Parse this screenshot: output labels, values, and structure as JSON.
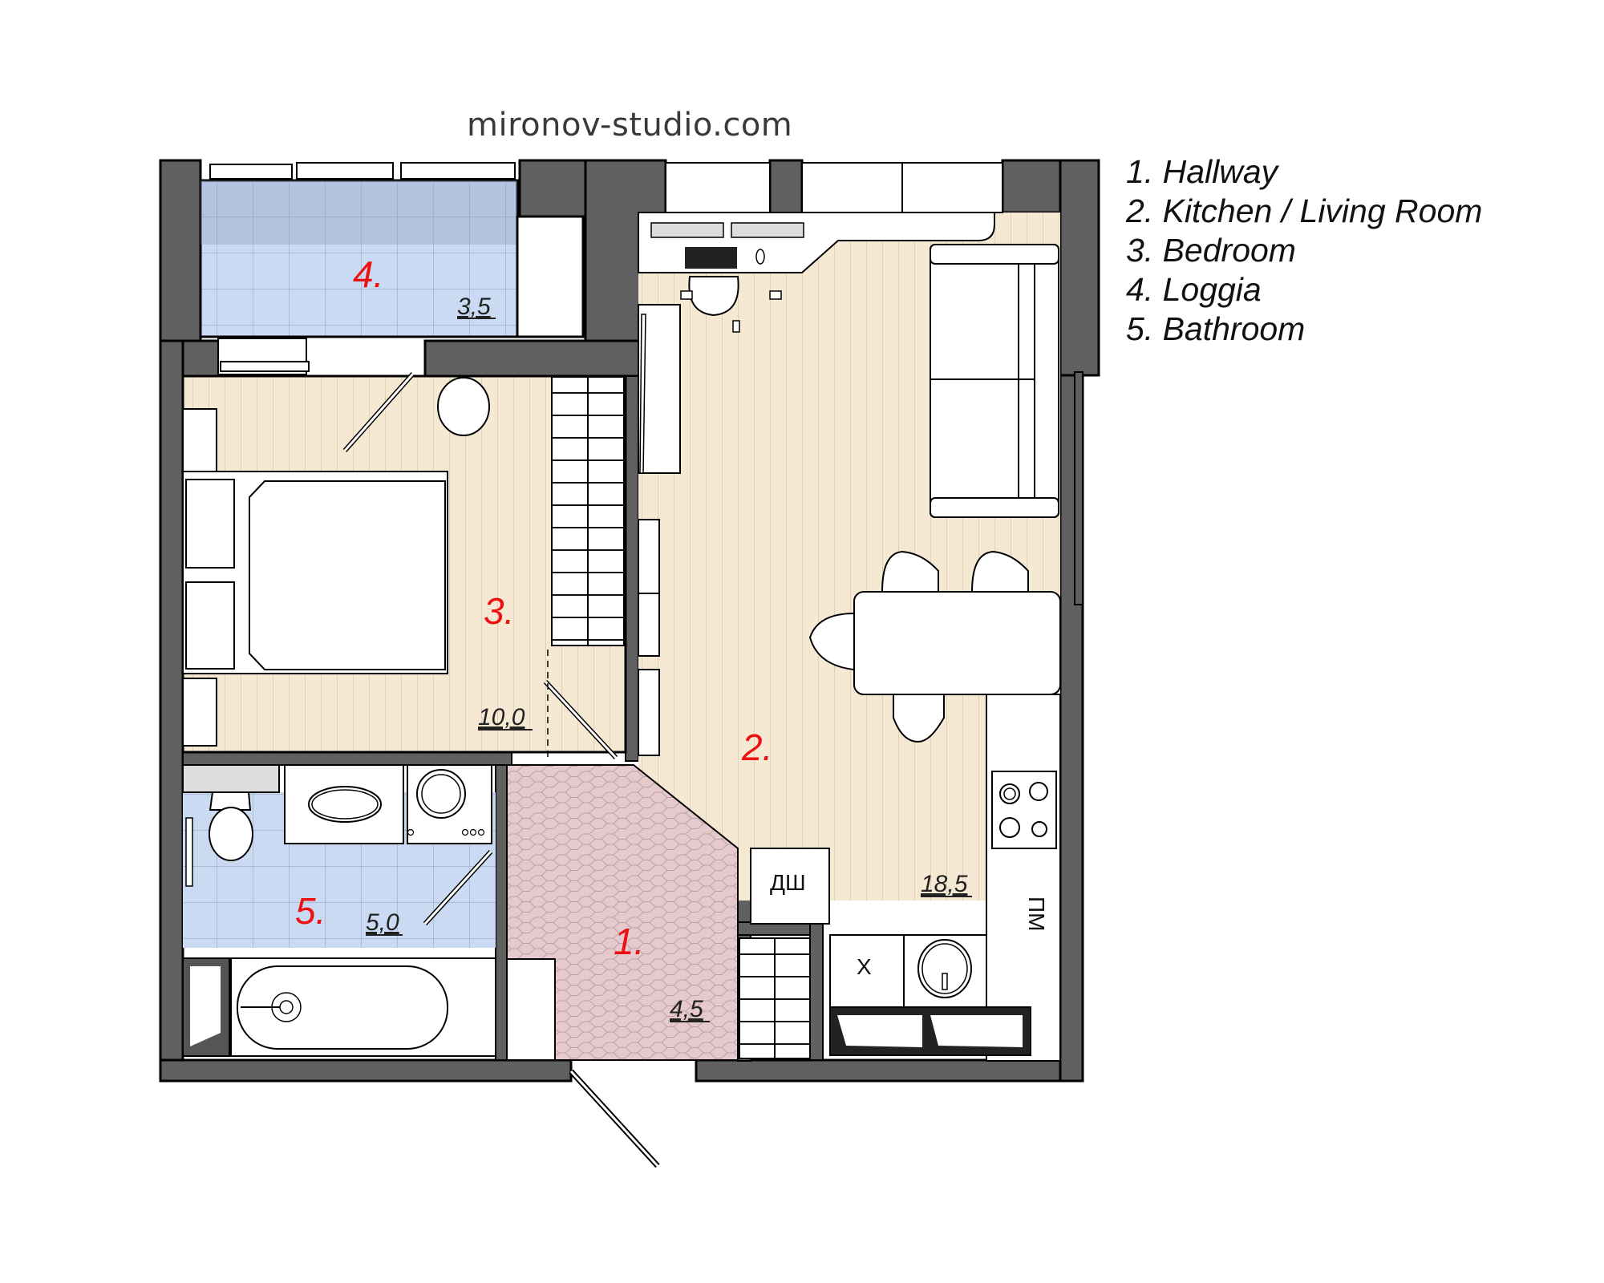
{
  "header": {
    "site_title": "mironov-studio.com"
  },
  "legend": {
    "items": [
      {
        "num": "1.",
        "label": "Hallway",
        "text": "1. Hallway"
      },
      {
        "num": "2.",
        "label": "Kitchen / Living Room",
        "text": "2. Kitchen / Living Room"
      },
      {
        "num": "3.",
        "label": "Bedroom",
        "text": "3. Bedroom"
      },
      {
        "num": "4.",
        "label": "Loggia",
        "text": "4. Loggia"
      },
      {
        "num": "5.",
        "label": "Bathroom",
        "text": "5. Bathroom"
      }
    ]
  },
  "rooms": {
    "hallway": {
      "number": "1.",
      "area": "4,5"
    },
    "kitchen": {
      "number": "2.",
      "area": "18,5"
    },
    "bedroom": {
      "number": "3.",
      "area": "10,0"
    },
    "loggia": {
      "number": "4.",
      "area": "3,5"
    },
    "bathroom": {
      "number": "5.",
      "area": "5,0"
    }
  },
  "fixtures": {
    "dishwasher_label": "ДШ",
    "fridge_label": "Х",
    "dishwasher2_label": "ПМ"
  },
  "colors": {
    "wall": "#606060",
    "wood_floor": "#f5e6cc",
    "tile_blue": "#c6d6f0",
    "hallway_pink": "#e8cdd0",
    "room_number": "#ee1111"
  }
}
